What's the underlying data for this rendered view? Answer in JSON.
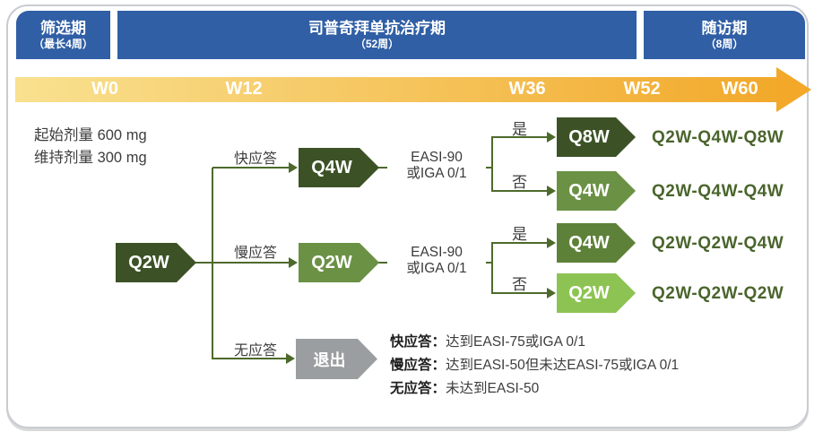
{
  "phases": [
    {
      "title": "筛选期",
      "subtitle": "（最长4周）"
    },
    {
      "title": "司普奇拜单抗治疗期",
      "subtitle": "（52周）"
    },
    {
      "title": "随访期",
      "subtitle": "（8周）"
    }
  ],
  "timeline": {
    "weeks": [
      "W0",
      "W12",
      "W36",
      "W52",
      "W60"
    ]
  },
  "dose": {
    "line1": "起始剂量 600 mg",
    "line2": "维持剂量 300 mg"
  },
  "flow": {
    "start_box": "Q2W",
    "yes_label": "是",
    "no_label": "否",
    "criteria_line1": "EASI-90",
    "criteria_line2": "或IGA 0/1",
    "branches": [
      {
        "label": "快应答",
        "box": "Q4W",
        "yes": {
          "box": "Q8W",
          "result": "Q2W-Q4W-Q8W"
        },
        "no": {
          "box": "Q4W",
          "result": "Q2W-Q4W-Q4W"
        }
      },
      {
        "label": "慢应答",
        "box": "Q2W",
        "yes": {
          "box": "Q4W",
          "result": "Q2W-Q2W-Q4W"
        },
        "no": {
          "box": "Q2W",
          "result": "Q2W-Q2W-Q2W"
        }
      },
      {
        "label": "无应答",
        "box": "退出"
      }
    ]
  },
  "legend": [
    {
      "term": "快应答：",
      "desc": "达到EASI-75或IGA 0/1"
    },
    {
      "term": "慢应答：",
      "desc": "达到EASI-50但未达EASI-75或IGA 0/1"
    },
    {
      "term": "无应答：",
      "desc": "未达到EASI-50"
    }
  ],
  "colors": {
    "header_blue": "#305fa5",
    "timeline_light": "#f9e190",
    "timeline_orange": "#f2a92b",
    "green_dark": "#3c5226",
    "green_mid": "#6b9144",
    "green_mid2": "#5e8139",
    "green_light": "#8dc353",
    "gray_exit": "#9b9ea0",
    "line_green": "#4d6a2c",
    "result_text": "#4a652c"
  }
}
